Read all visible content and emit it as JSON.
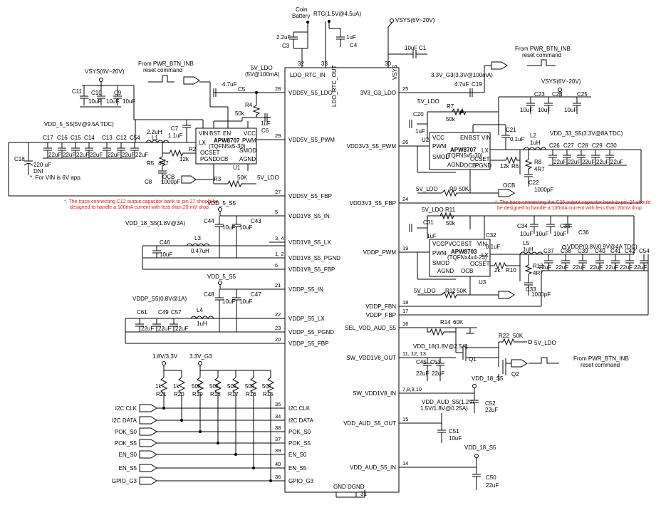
{
  "chip": {
    "pins_left": [
      {
        "num": "28",
        "name": "VDD5V_S5_LDO"
      },
      {
        "num": "29",
        "name": "VDD5V_S5_PWM"
      },
      {
        "num": "27",
        "name": "VDD5V_S5_FBP"
      },
      {
        "num": "5",
        "name": "VDD1V8_S5_IN"
      },
      {
        "num": "3, 4",
        "name": "VDD1V8_S5_LX"
      },
      {
        "num": "1, 2",
        "name": "VDD1V8_S5_PGND"
      },
      {
        "num": "6",
        "name": "VDD1V8_S5_FBP"
      },
      {
        "num": "21",
        "name": "VDDP_S5_IN"
      },
      {
        "num": "22",
        "name": "VDDP_S5_LX"
      },
      {
        "num": "23",
        "name": "VDDP_S5_PGND"
      },
      {
        "num": "20",
        "name": "VDDP_S5_FBP"
      },
      {
        "num": "35",
        "name": "I2C CLK"
      },
      {
        "num": "34",
        "name": "I2C DATA"
      },
      {
        "num": "38",
        "name": "POK_S0"
      },
      {
        "num": "37",
        "name": "POK_S5"
      },
      {
        "num": "39",
        "name": "EN_S0"
      },
      {
        "num": "40",
        "name": "EN_S5"
      },
      {
        "num": "36",
        "name": "GPIO_G3"
      }
    ],
    "pins_right": [
      {
        "num": "25",
        "name": "3V3_G3_LDO"
      },
      {
        "num": "26",
        "name": "VDD3V3_S5_PWM"
      },
      {
        "num": "24",
        "name": "VDD3V3_S5_FBP"
      },
      {
        "num": "19",
        "name": "VDDP_PWM"
      },
      {
        "num": "18",
        "name": "VDDP_FBN"
      },
      {
        "num": "17",
        "name": "VDDP_FBP"
      },
      {
        "num": "16",
        "name": "SEL_VDD_AUD_S5"
      },
      {
        "num": "11, 12, 13",
        "name": "SW_VDD1V8_OUT"
      },
      {
        "num": "7,8,9,10",
        "name": "SW_VDD1V8_IN"
      },
      {
        "num": "15",
        "name": "VDD_AUD_S5_OUT"
      },
      {
        "num": "14",
        "name": "VDD_AUD_S5_IN"
      }
    ],
    "pins_top": [
      {
        "num": "32",
        "name": "LDO_RTC_IN"
      },
      {
        "num": "33",
        "name": "LDO_RTC_OUT"
      },
      {
        "num": "30",
        "name": "VSYS"
      }
    ],
    "pins_bottom": [
      {
        "num": "31",
        "name": "GND DGND"
      }
    ]
  },
  "top": {
    "coin": "Coin",
    "battery": "Battery",
    "rtc": "RTC(1.5V@4.5uA)",
    "vsys": "VSYS(6V~20V)",
    "c3": "C3",
    "c3v": "2.2uF",
    "c4": "C4",
    "c4v": "1uF",
    "c1": "C1",
    "c1v": "10uF"
  },
  "pwr_btn": {
    "l1": "From PWR_BTN_INB",
    "l2": "reset command"
  },
  "left_top": {
    "vsys": "VSYS(6V~20V)",
    "ldo": "5V_LDO",
    "ldo2": "(5V@100mA)",
    "c11": "C11",
    "c10": "C10",
    "c9": "C9",
    "c10v": "10uF",
    "c9v": "10uF",
    "c5": "C5",
    "c5v": "4.7uF",
    "r4": "R4",
    "r4v": "50k",
    "c6": "C6",
    "c6v": "1uF",
    "c7": "C7",
    "c7v": "1.1uF",
    "vdd5": "VDD_5_S5(5V@9.5A TDC)",
    "l1": "L1",
    "l1v": "2.2uH",
    "caps": [
      "C17",
      "C16",
      "C15",
      "C14",
      "C13",
      "C12",
      "C54"
    ],
    "capv": "22uF",
    "c18": "C18",
    "c18v": "220 uF",
    "c18d": "DNI",
    "c18n": "*. For VIN is 6V app.",
    "r2": "R2",
    "r2v": "12k",
    "r5": "R5",
    "r5v": "4R7",
    "c8": "C8",
    "c8v": "1000pF",
    "ocb": "OCB",
    "r3": "R3",
    "r3v": "50K",
    "ldo3": "5V_LDO",
    "note1": "*.  The trace connecting C12 output capacitor bank to pin 27 should be",
    "note2": "designed to handle a 100mA current with less than 20 mV drop."
  },
  "u1": {
    "name": "APW8707",
    "pkg": "(TQFN5x5-30)",
    "ref": "U1",
    "vin": "VIN",
    "bst": "BST",
    "en": "EN",
    "vcc": "VCC",
    "lx": "LX",
    "pwm": "PWM",
    "ocset": "OCSET",
    "smod": "SMOD",
    "pgnd": "PGND",
    "ocb": "OCB",
    "agnd": "AGND"
  },
  "v18": {
    "vdd5": "VDD_5_S5",
    "name": "VDD_18_S5(1.8V@3A)",
    "c44": "C44",
    "c44v": "10uF",
    "c43": "C43",
    "c43v": "10uF",
    "c46": "C46",
    "c46v": "10uF",
    "l3": "L3",
    "l3v": "0.47uH"
  },
  "vp": {
    "vdd5": "VDD_5_S5",
    "name": "VDDP_S5(0.8V@1A)",
    "c48": "C48",
    "c48v": "10uF",
    "c47": "C47",
    "c47v": "10uF",
    "c61": "C61",
    "c49": "C49",
    "c57": "C57",
    "capv": "22uF",
    "l4": "L4",
    "l4v": "1uH"
  },
  "pulls": {
    "v18": "1.8V/3.3V",
    "v33": "3.3V_G3",
    "res": [
      {
        "ref": "R21",
        "val": "1k"
      },
      {
        "ref": "R20",
        "val": "1k"
      },
      {
        "ref": "R19",
        "val": "50k"
      },
      {
        "ref": "R18",
        "val": "50k"
      },
      {
        "ref": "R17",
        "val": "50k"
      },
      {
        "ref": "R16",
        "val": "50k"
      },
      {
        "ref": "R15",
        "val": "50k"
      }
    ],
    "nets": [
      "I2C CLK",
      "I2C DATA",
      "POK_S0",
      "POK_S5",
      "EN_S0",
      "EN_S5",
      "GPIO_G3"
    ]
  },
  "right_top": {
    "g3": "3.3V_G3(3.3V@100mA)",
    "c19": "C19",
    "c19v": "4.7uF",
    "ldo": "5V_LDO",
    "r7": "R7",
    "r7v": "50k",
    "c20": "C20",
    "c20v": "1uF",
    "vsys": "VSYS(6V~20V)",
    "c23": "C23",
    "c24": "C24",
    "c25": "C25",
    "c23v": "10uF",
    "c24v": "10uF",
    "c25v": "10uF",
    "c21": "C21",
    "c21v": "0.1uF",
    "l2": "L2",
    "l2v": "1uH",
    "v33": "VDD_33_S5(3.3V@8A TDC)",
    "caps": [
      "C26",
      "C27",
      "C28",
      "C29",
      "C30"
    ],
    "capv": "22uF",
    "r6": "R6",
    "r6v": "12k",
    "r8": "R8",
    "r8v": "4R7",
    "c22": "C22",
    "c22v": "1000pF",
    "ldo2": "5V_LDO",
    "r9": "R9",
    "r9v": "50K",
    "ocb": "OCB",
    "note1": "*.  The trace connecting the C26 output capacitor bank to pin 24 should",
    "note2": "be designed to handle a 100mA current with less than 20mV drop."
  },
  "u2": {
    "name": "APW8707",
    "pkg": "(TQFN5x5-30)",
    "ref": "U2",
    "vcc": "VCC",
    "pwm": "PWM",
    "smod": "SMOD",
    "agnd": "AGND",
    "en": "EN",
    "bst": "BST",
    "vin": "VIN",
    "lx": "LX",
    "ocset": "OCSET",
    "ocb": "OCB",
    "pgnd": "PGND"
  },
  "right_mid": {
    "ldo": "5V_LDO",
    "r11": "R11",
    "r11v": "50k",
    "c31": "C31",
    "c31v": "1uF",
    "c32": "C32",
    "c32v": "0.1uF",
    "c34": "C34",
    "c34v": "10uF",
    "c35": "C35",
    "c35v": "10uF",
    "c36": "C36",
    "c36v": "10uF",
    "l5": "L5",
    "l5v": "1uH",
    "vddp": "VDDP(0.8V/0.9V@4A TDC)",
    "caps": [
      "C37",
      "C38",
      "C39",
      "C40",
      "C41",
      "C42",
      "C54"
    ],
    "capv": "22uF",
    "r10": "R10",
    "r10v": "2k",
    "r13": "R13",
    "r13v": "4R7",
    "c33": "C33",
    "c33v": "1000pF",
    "ldo2": "5V_LDO",
    "r12": "R12",
    "r12v": "50K"
  },
  "u3": {
    "name": "APW8703",
    "pkg": "(TQFNx4x4-23)",
    "ref": "U3",
    "vcc": "VCC",
    "pvcc": "PVCC",
    "bst": "BST",
    "vin": "VIN",
    "pwm": "PWM",
    "smod": "SMOD",
    "lx": "LX",
    "ocset": "OCSET",
    "ocb": "OCB",
    "agnd": "AGND",
    "en": "EN",
    "pgnd": "PGND"
  },
  "right_bot": {
    "r14": "R14",
    "r14v": "60K",
    "r22": "R22",
    "r22v": "50K",
    "ldo": "5V_LDO",
    "q1": "Q1",
    "q2": "Q2",
    "vdd18": "VDD_18(1.8V@2.5A)",
    "c45": "C45",
    "c45v": "22uF",
    "c53": "C53",
    "c53v": "22uF",
    "vdd18s5": "VDD_18_S5",
    "c52": "C52",
    "c52v": "22uF",
    "aud": "VDD_AUD_S5(1.2V/",
    "aud2": "1.5V/1.8V@0.25A)",
    "c51": "C51",
    "c51v": "10uF",
    "vdd18s5b": "VDD_18_S5",
    "c50": "C50",
    "c50v": "22uF"
  }
}
